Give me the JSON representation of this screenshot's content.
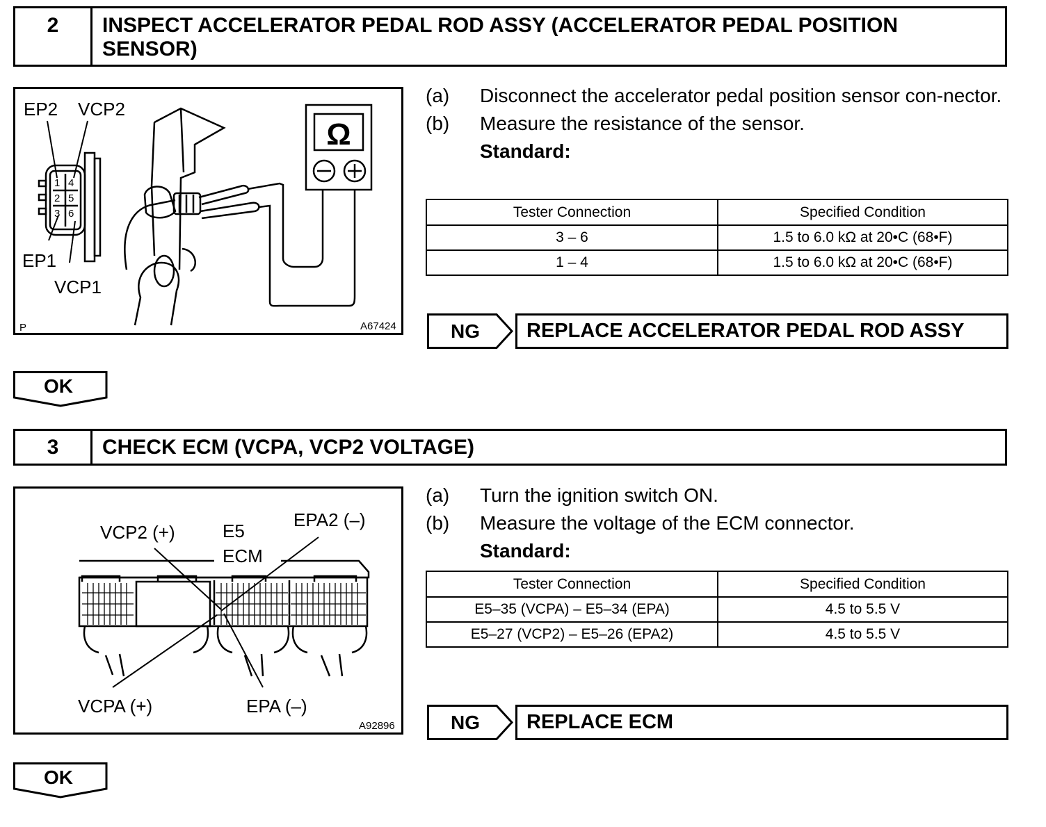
{
  "sections": [
    {
      "number": "2",
      "title": "INSPECT ACCELERATOR PEDAL ROD ASSY (ACCELERATOR PEDAL POSITION SENSOR)",
      "figure": {
        "labels": {
          "ep2": "EP2",
          "vcp2": "VCP2",
          "ep1": "EP1",
          "vcp1": "VCP1",
          "ohm": "Ω"
        },
        "pins": [
          "1",
          "4",
          "2",
          "5",
          "3",
          "6"
        ],
        "corner_letter": "P",
        "code": "A67424"
      },
      "steps": [
        {
          "label": "(a)",
          "text": "Disconnect the accelerator pedal position sensor con-nector."
        },
        {
          "label": "(b)",
          "text": "Measure the resistance of the sensor."
        }
      ],
      "standard_label": "Standard:",
      "table": {
        "headers": [
          "Tester Connection",
          "Specified Condition"
        ],
        "rows": [
          [
            "3 – 6",
            "1.5 to 6.0 kΩ at 20•C (68•F)"
          ],
          [
            "1 – 4",
            "1.5 to 6.0 kΩ at 20•C (68•F)"
          ]
        ]
      },
      "ng_label": "NG",
      "ng_action": "REPLACE ACCELERATOR PEDAL ROD ASSY",
      "ok_label": "OK"
    },
    {
      "number": "3",
      "title": "CHECK ECM (VCPA, VCP2 VOLTAGE)",
      "figure": {
        "labels": {
          "vcp2": "VCP2 (+)",
          "e5": "E5",
          "ecm": "ECM",
          "epa2": "EPA2 (–)",
          "vcpa": "VCPA (+)",
          "epa": "EPA (–)"
        },
        "code": "A92896"
      },
      "steps": [
        {
          "label": "(a)",
          "text": "Turn the ignition switch ON."
        },
        {
          "label": "(b)",
          "text": "Measure the voltage of the ECM connector."
        }
      ],
      "standard_label": "Standard:",
      "table": {
        "headers": [
          "Tester Connection",
          "Specified Condition"
        ],
        "rows": [
          [
            "E5–35 (VCPA) – E5–34 (EPA)",
            "4.5 to 5.5 V"
          ],
          [
            "E5–27 (VCP2) – E5–26 (EPA2)",
            "4.5 to 5.5 V"
          ]
        ]
      },
      "ng_label": "NG",
      "ng_action": "REPLACE ECM",
      "ok_label": "OK"
    }
  ]
}
